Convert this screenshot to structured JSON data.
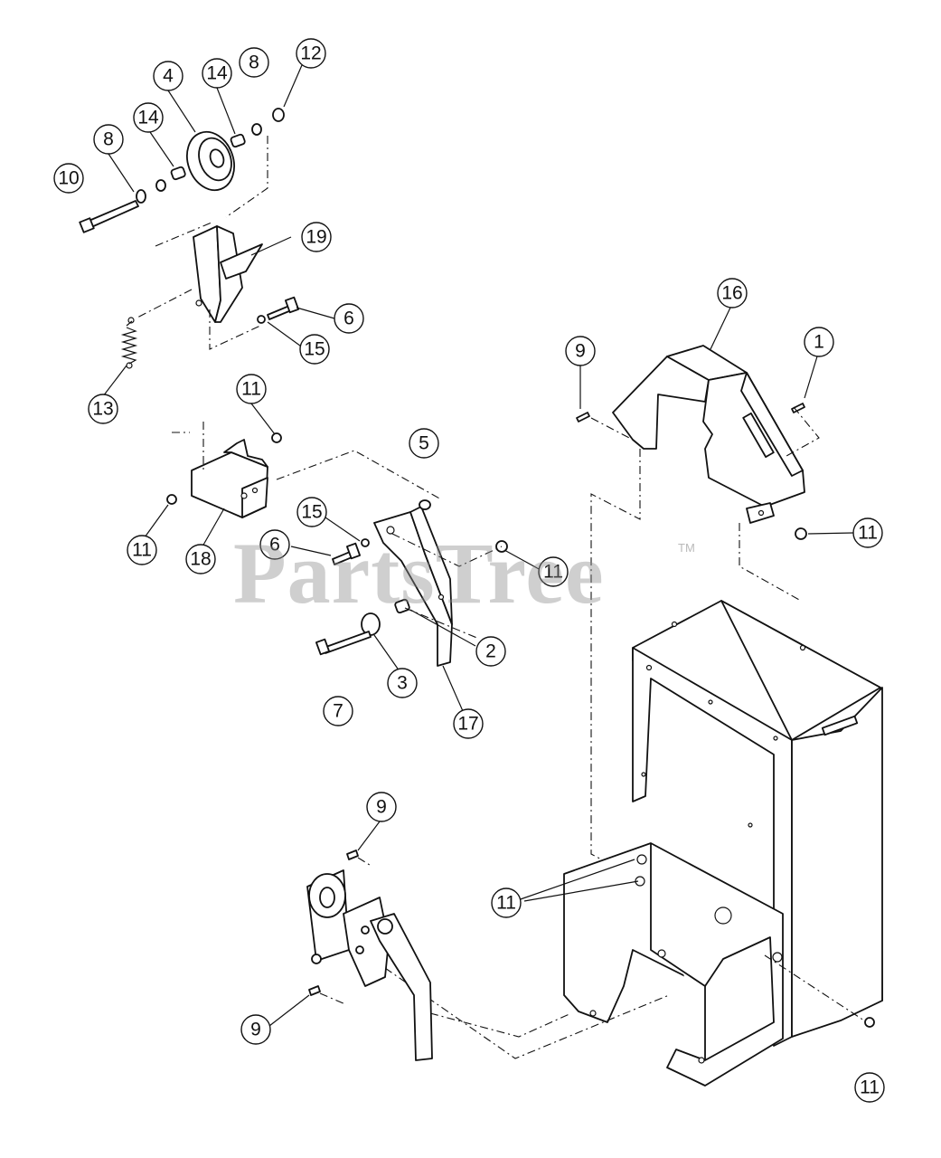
{
  "watermark": {
    "brand": "PartsTree",
    "trademark": "TM"
  },
  "callouts": [
    "1",
    "2",
    "3",
    "4",
    "5",
    "6",
    "6",
    "7",
    "8",
    "8",
    "9",
    "9",
    "9",
    "10",
    "11",
    "11",
    "11",
    "11",
    "11",
    "11",
    "12",
    "13",
    "14",
    "14",
    "15",
    "15",
    "16",
    "17",
    "18",
    "19"
  ]
}
